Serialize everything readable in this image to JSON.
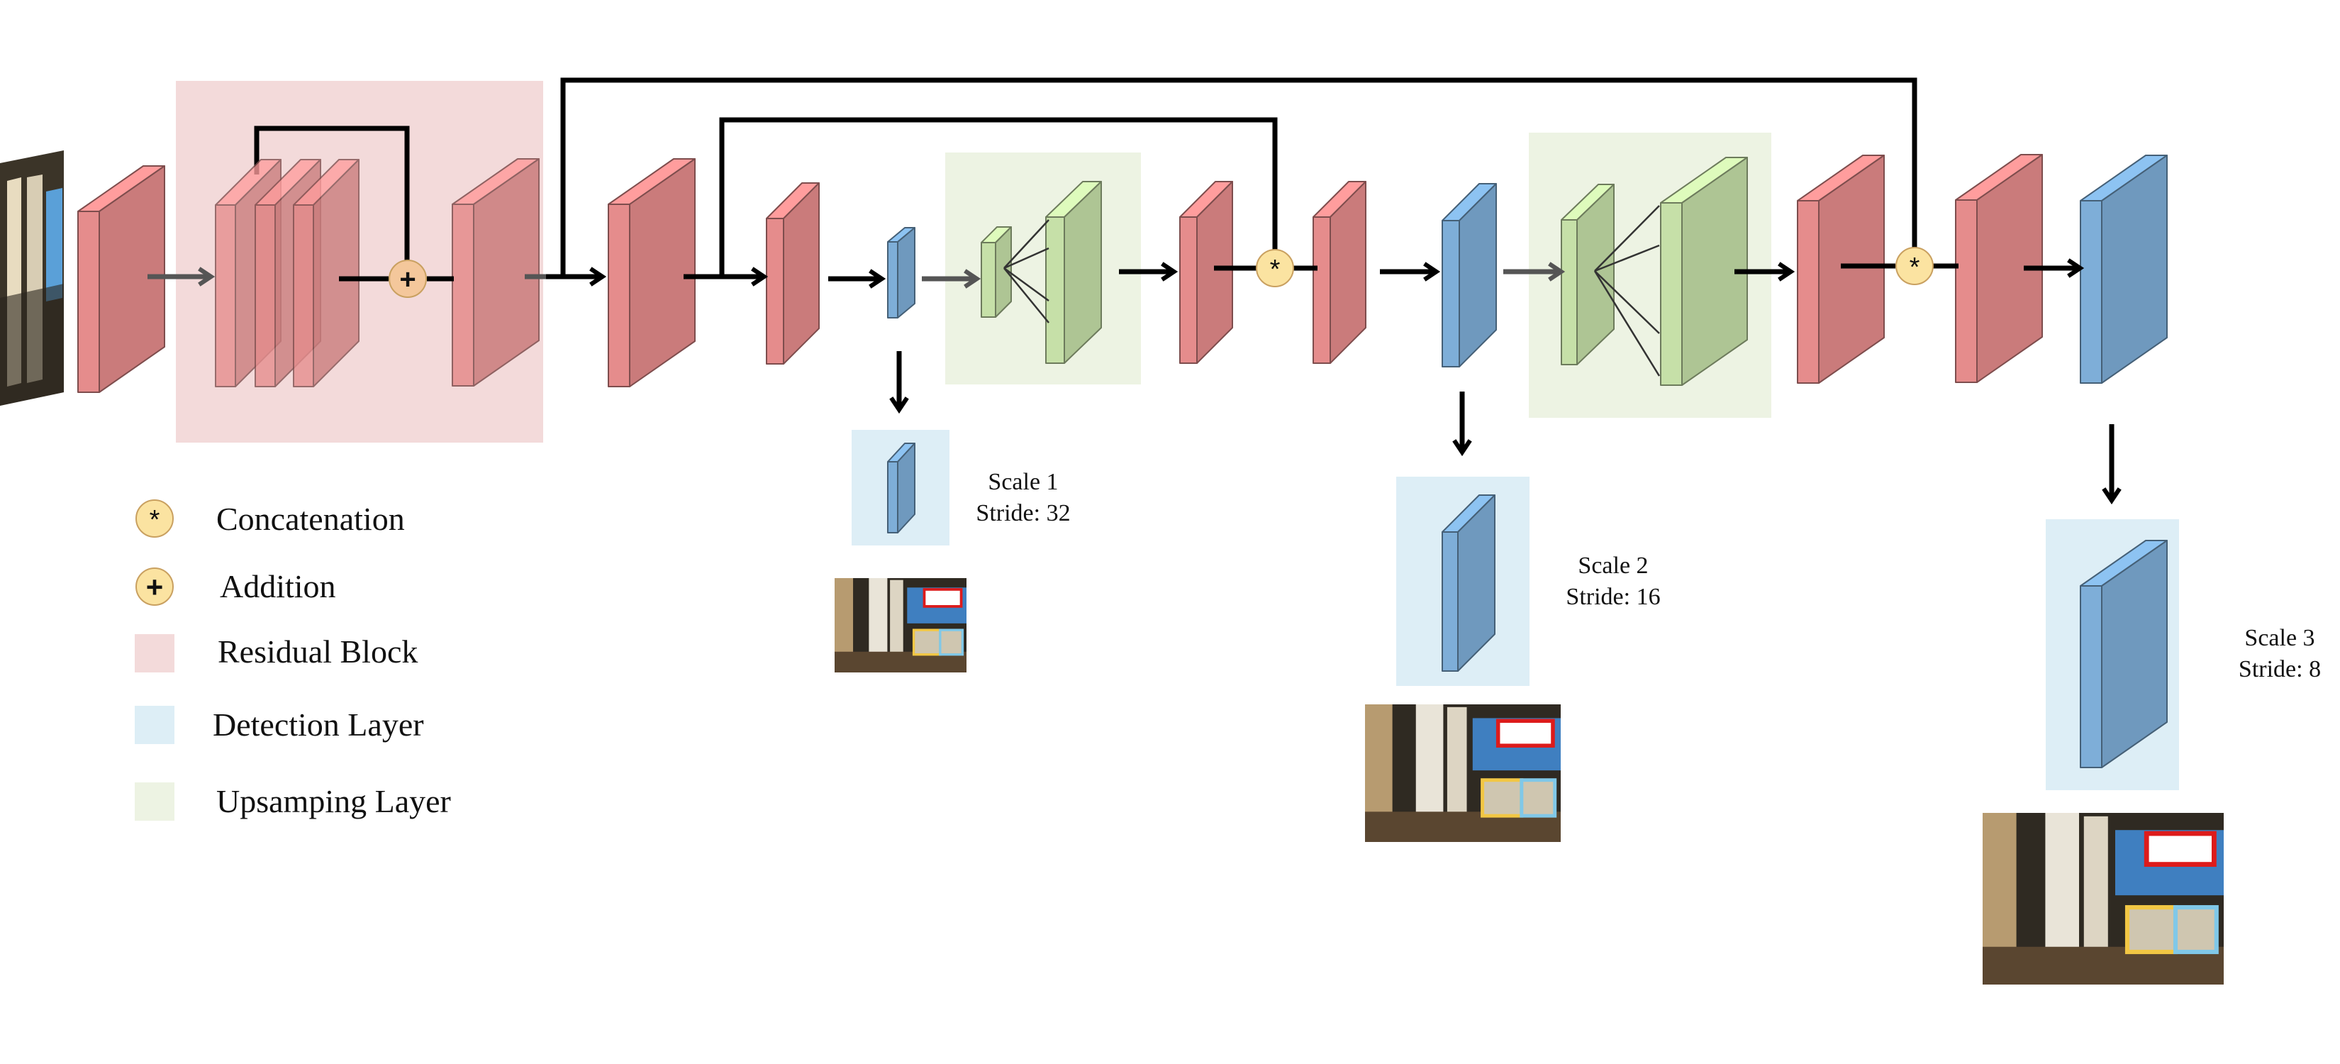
{
  "colors": {
    "residual_block_bg": "#f3dada",
    "detection_layer_bg": "#ddeef6",
    "upsampling_layer_bg": "#edf3e3",
    "conv_layer": "#e58c8c",
    "detection_layer": "#7eaed8",
    "upsampling_layer": "#c6e0a8",
    "operator_circle": "#fbe3a1",
    "arrow": "#000000",
    "bbox_red": "#dd1b1b",
    "bbox_yellow": "#f2c744",
    "bbox_blue": "#80c8e8"
  },
  "legend": {
    "concatenation": {
      "symbol": "*",
      "label": "Concatenation"
    },
    "addition": {
      "symbol": "+",
      "label": "Addition"
    },
    "residual_block": {
      "label": "Residual Block"
    },
    "detection_layer": {
      "label": "Detection Layer"
    },
    "upsampling_layer": {
      "label": "Upsamping Layer"
    }
  },
  "operators": {
    "addition_symbol": "+",
    "concat_symbol": "*"
  },
  "scales": [
    {
      "name": "Scale 1",
      "stride": "Stride: 32"
    },
    {
      "name": "Scale 2",
      "stride": "Stride: 16"
    },
    {
      "name": "Scale 3",
      "stride": "Stride: 8"
    }
  ]
}
